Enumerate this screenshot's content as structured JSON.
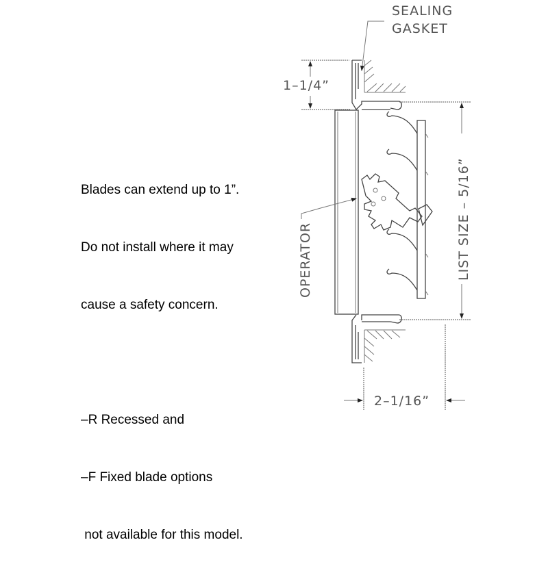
{
  "notes": {
    "lines": [
      "Blades can extend up to 1”.",
      "Do not install where it may",
      "cause a safety concern.",
      "",
      "–R Recessed and",
      "–F Fixed blade options",
      " not available for this model."
    ]
  },
  "labels": {
    "sealing": "SEALING",
    "gasket": "GASKET",
    "flange_depth": "1–1/4”",
    "list_size": "LIST SIZE  –  5/16”",
    "operator": "OPERATOR",
    "overall_depth": "2–1/16”"
  }
}
